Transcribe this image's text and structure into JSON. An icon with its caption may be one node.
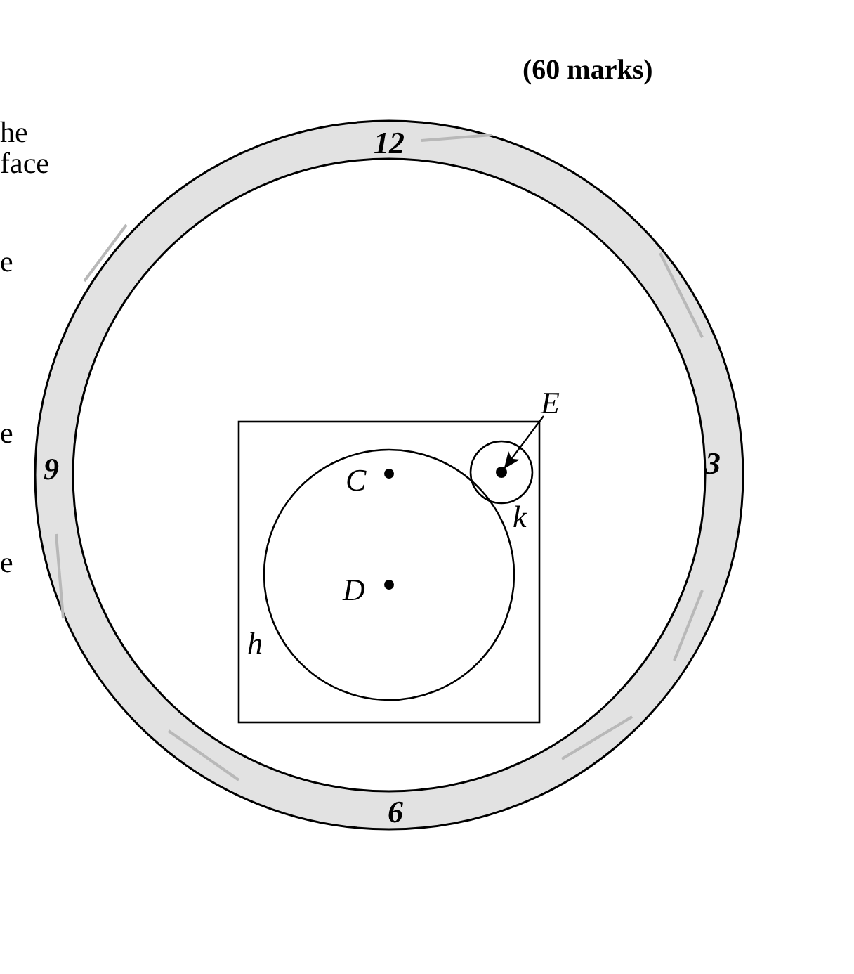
{
  "diagram": {
    "nodes": [
      {
        "text": [
          "E"
        ]
      },
      {
        "text": [],
        "shape": "circle"
      }
    ],
    "edges": [
      {
        "from": 0,
        "to": 1,
        "arrow": "to"
      }
    ],
    "labels": [
      "(60 marks)",
      "he",
      "face",
      "e",
      "e",
      "e",
      "12",
      "9",
      "3",
      "6",
      "C",
      "D",
      "h",
      "k"
    ]
  }
}
